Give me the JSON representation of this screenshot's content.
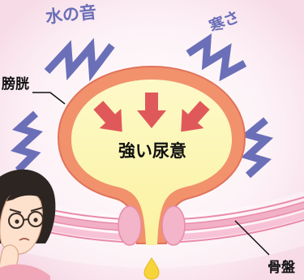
{
  "labels": {
    "water_sound": "水の音",
    "cold": "寒さ",
    "bladder": "膀胱",
    "strong_urge": "強い尿意",
    "pelvis": "骨盤"
  },
  "icons": {
    "zigzag": "zigzag-icon",
    "pressure_arrow": "arrow-down-icon",
    "drop": "urine-drop-icon",
    "person": "worried-woman-icon"
  },
  "colors": {
    "background_glow": "#fbe9f1",
    "zigzag": "#6b6fb8",
    "bladder_wall": "#f1926d",
    "bladder_wall_edge": "#e0735a",
    "bladder_inner": "#fbf6b2",
    "arrow": "#e0595a",
    "pelvic_band": "#f7c2d6",
    "pelvic_band_line": "#e98aa9",
    "drop": "#f7d53a"
  }
}
